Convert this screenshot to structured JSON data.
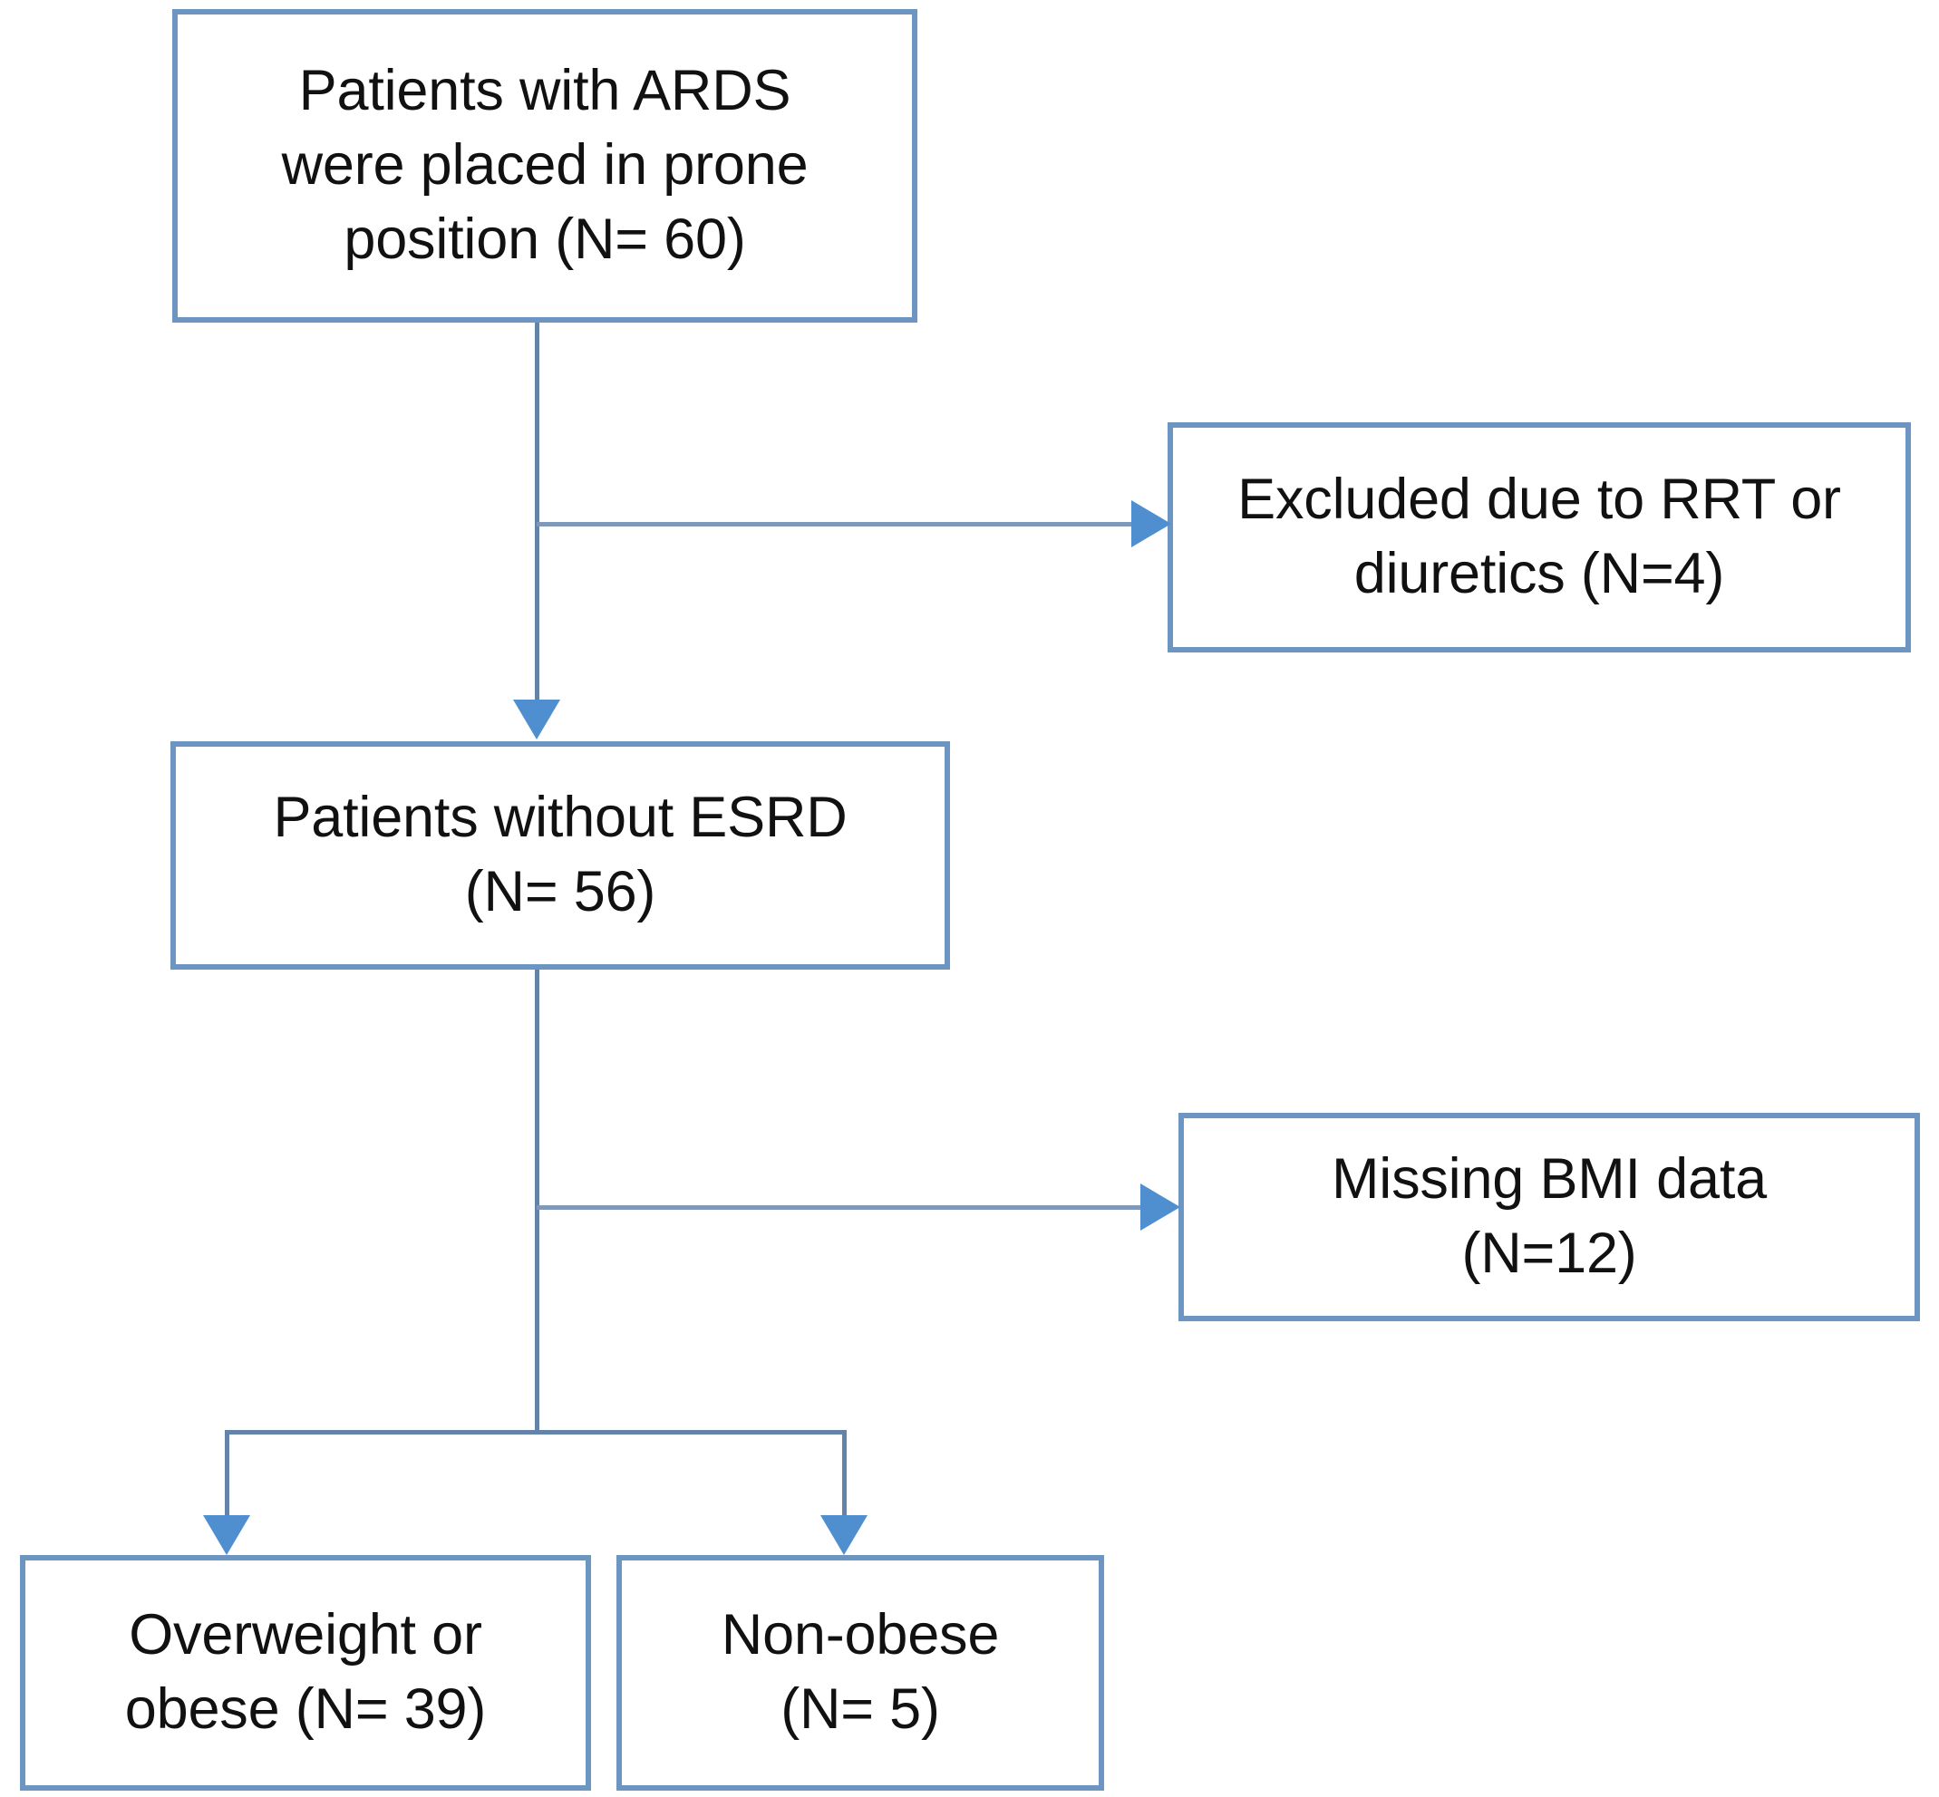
{
  "diagram": {
    "type": "flowchart",
    "title": "Patient selection flow diagram",
    "colors": {
      "node_border": "#6d95c2",
      "node_fill": "#ffffff",
      "connector": "#6383a8",
      "arrowhead": "#4f8fd0",
      "text": "#111111",
      "background": "#ffffff"
    },
    "nodes": [
      {
        "id": "source",
        "label": "Patients with ARDS\nwere placed in prone\nposition (N= 60)",
        "count": 60
      },
      {
        "id": "excluded",
        "label": "Excluded due to RRT or\ndiuretics (N=4)",
        "count": 4
      },
      {
        "id": "no_esrd",
        "label": "Patients without ESRD\n(N= 56)",
        "count": 56
      },
      {
        "id": "missing_bmi",
        "label": "Missing BMI data\n(N=12)",
        "count": 12
      },
      {
        "id": "overweight_obese",
        "label": "Overweight or\nobese (N= 39)",
        "count": 39
      },
      {
        "id": "non_obese",
        "label": "Non-obese\n(N= 5)",
        "count": 5
      }
    ],
    "edges": [
      {
        "from": "source",
        "to": "excluded",
        "style": "elbow-right",
        "arrow": "right"
      },
      {
        "from": "source",
        "to": "no_esrd",
        "style": "straight",
        "arrow": "down"
      },
      {
        "from": "no_esrd",
        "to": "missing_bmi",
        "style": "elbow-right",
        "arrow": "right"
      },
      {
        "from": "no_esrd",
        "to": "overweight_obese",
        "style": "split-left",
        "arrow": "down"
      },
      {
        "from": "no_esrd",
        "to": "non_obese",
        "style": "split-right",
        "arrow": "down"
      }
    ]
  }
}
